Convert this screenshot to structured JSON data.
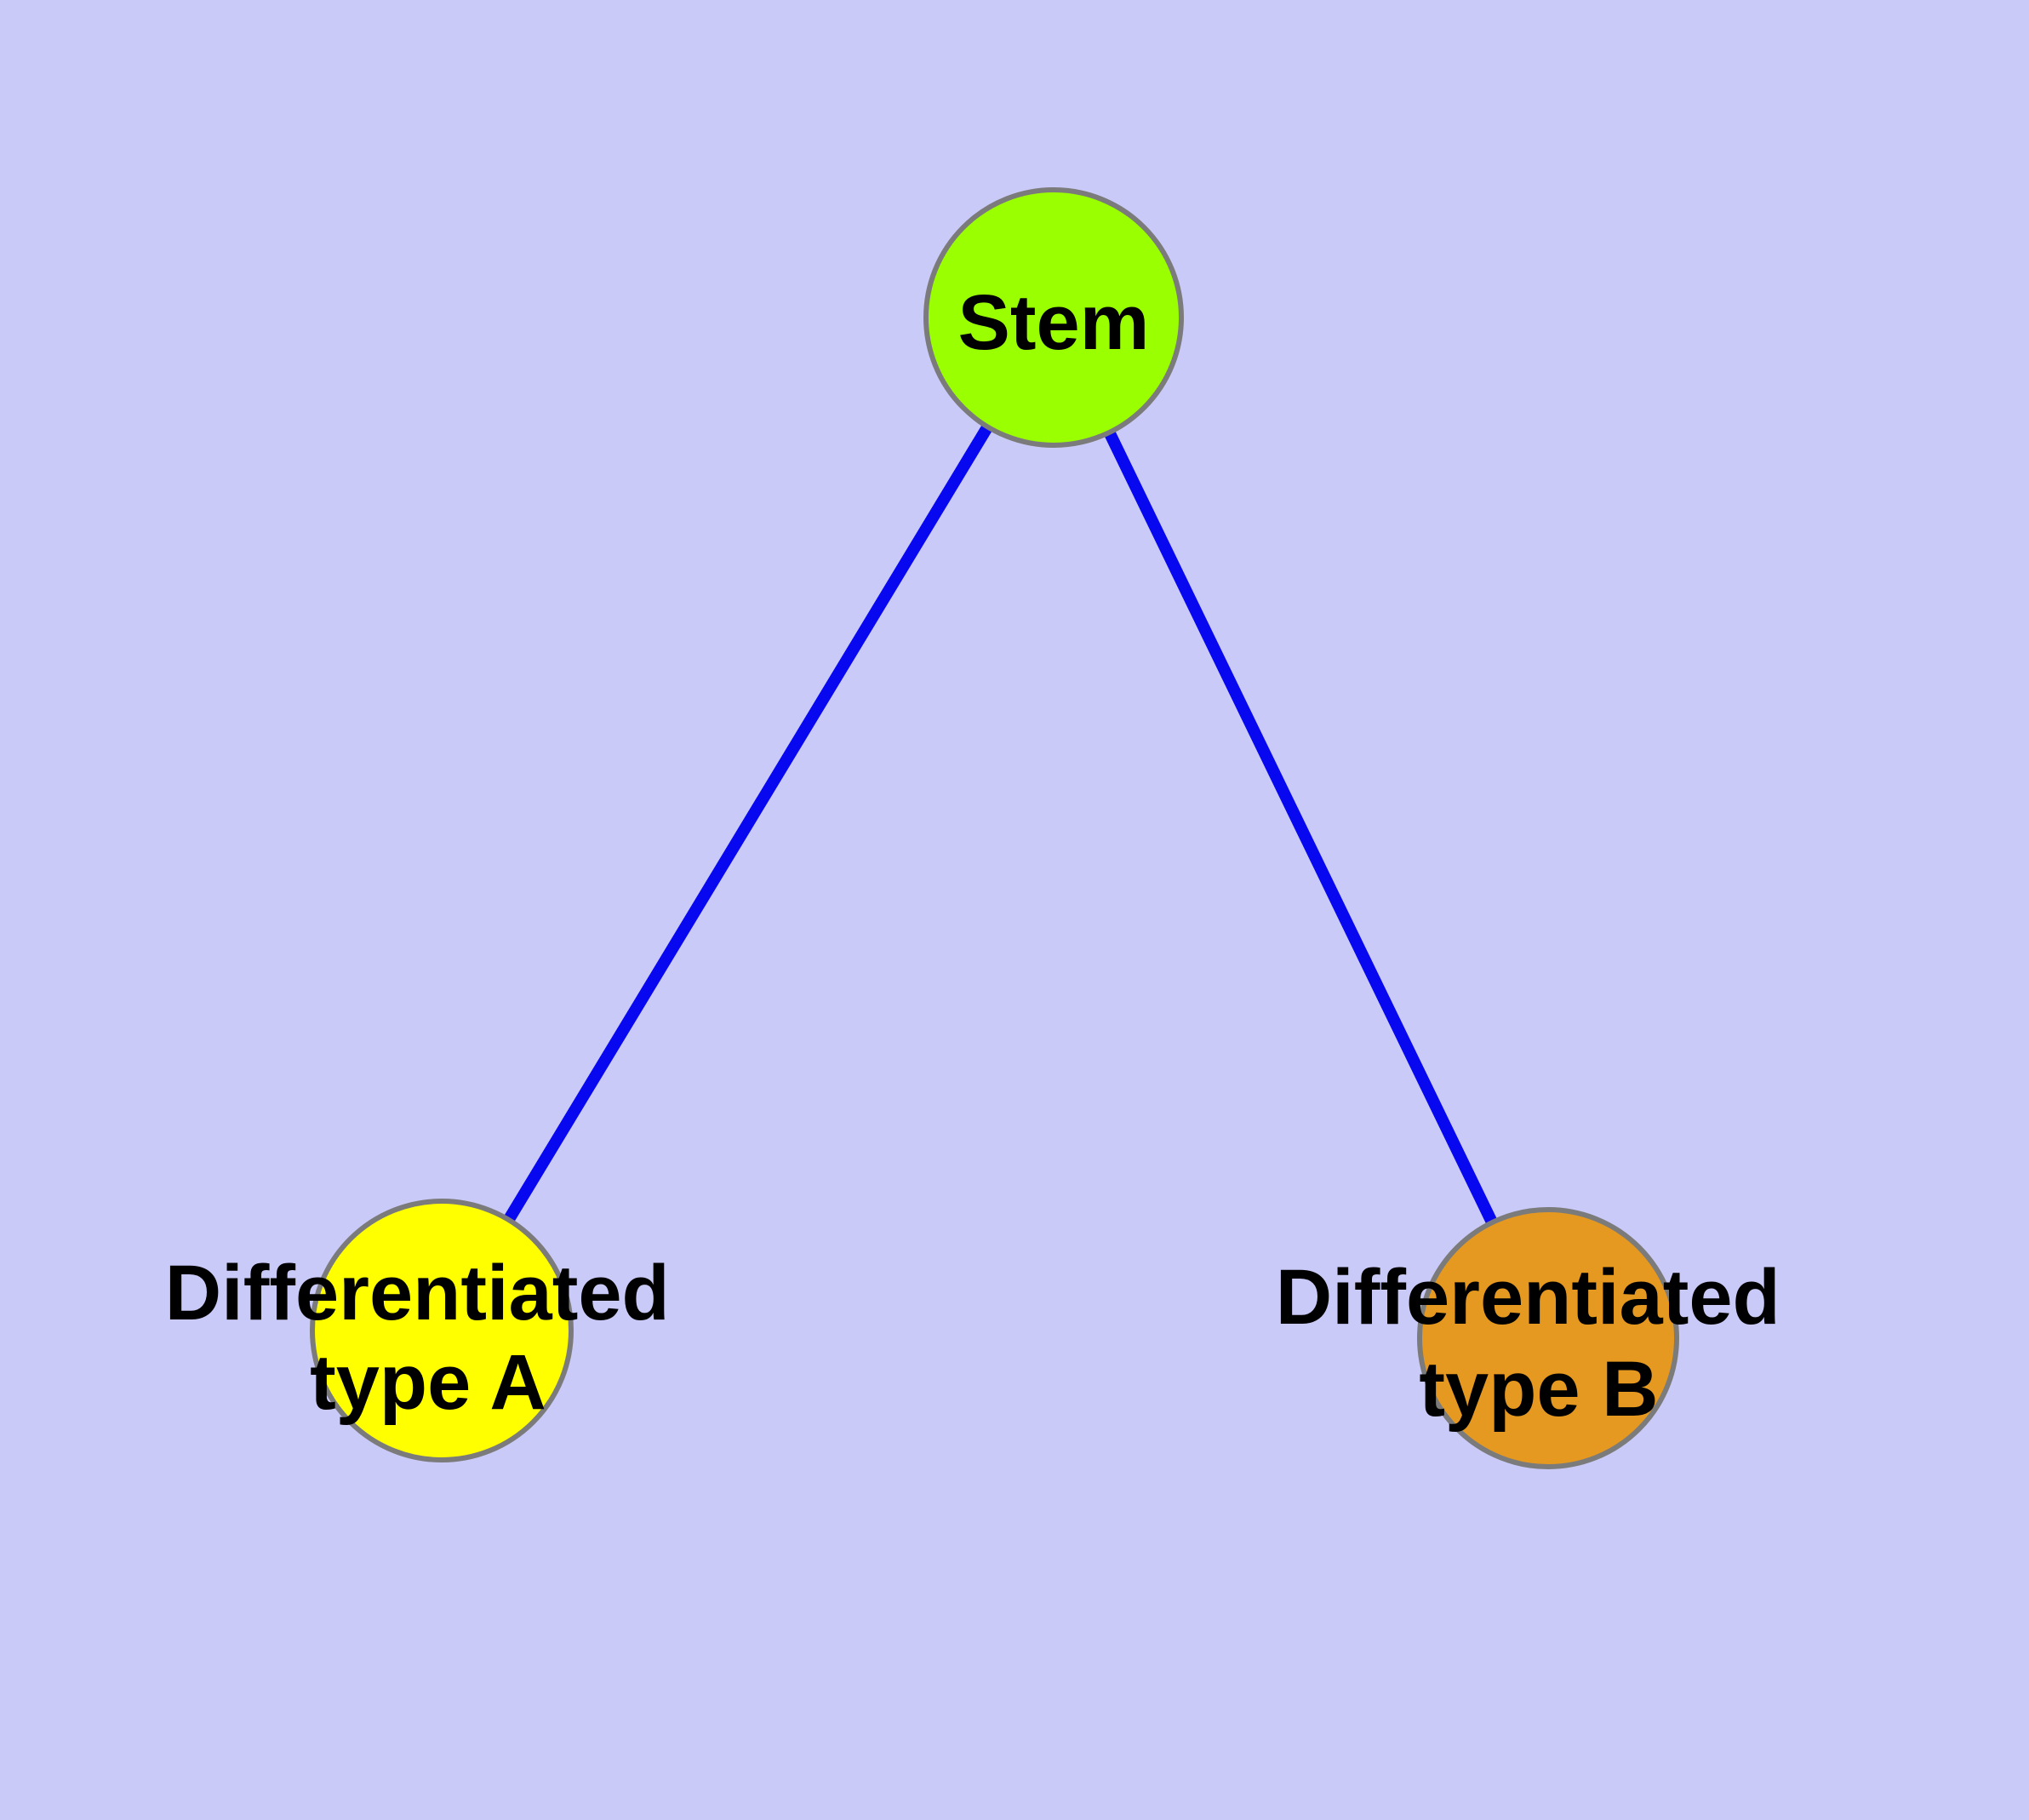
{
  "diagram": {
    "background_color": "#cacaf8",
    "edge_color": "#0707f0",
    "node_border_color": "#7b7b7b",
    "label_color": "#000000",
    "nodes": {
      "stem": {
        "label": "Stem",
        "fill": "#9aff00"
      },
      "type_a": {
        "line1": "Differentiated",
        "line2": "type A",
        "fill": "#ffff00"
      },
      "type_b": {
        "line1": "Differentiated",
        "line2": "type B",
        "fill": "#e59920"
      }
    },
    "edges": [
      {
        "from": "Stem",
        "to": "Differentiated type A"
      },
      {
        "from": "Stem",
        "to": "Differentiated type B"
      }
    ]
  }
}
